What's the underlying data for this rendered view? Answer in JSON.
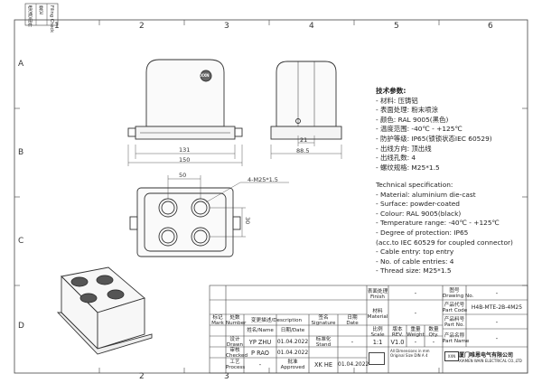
{
  "grid": {
    "cols": [
      "1",
      "2",
      "3",
      "4",
      "5",
      "6"
    ],
    "rows": [
      "A",
      "B",
      "C",
      "D"
    ]
  },
  "side_strip": {
    "label_1": "借(通)用件",
    "label_2": "登记",
    "label_3": "Filing Check"
  },
  "dimensions": {
    "width_131": "131",
    "width_150": "150",
    "depth_21": "21",
    "depth_885": "88.5",
    "spacing_50": "50",
    "spacing_30": "30",
    "thread_callout": "4-M25*1.5"
  },
  "logo_text": "XXN",
  "spec_cn": {
    "title": "技术参数:",
    "lines": [
      "-  材料:  压铸铝",
      "-  表面处理:  粉末喷涂",
      "-  颜色:  RAL 9005(黑色)",
      "-  温度范围:  -40℃  -  +125℃",
      "-  防护等级:  IP65(锁锁状态IEC 60529)",
      "-  出线方向:  顶出线",
      "-  出线孔数:  4",
      "-  螺纹规格: M25*1.5"
    ]
  },
  "spec_en": {
    "title": "Technical specification:",
    "lines": [
      "-  Material: aluminium die-cast",
      "-  Surface: powder-coated",
      "-  Colour: RAL 9005(black)",
      "-  Temperature range: -40℃  -  +125℃",
      "-  Degree of protection: IP65",
      "    (acc.to IEC 60529 for coupled connector)",
      "-  Cable entry: top entry",
      "-  No. of cable entries: 4",
      "-  Thread size: M25*1.5"
    ]
  },
  "title_block": {
    "mark_cn": "标记",
    "mark_en": "Mark",
    "num_cn": "处数",
    "num_en": "Number",
    "change_cn": "变更描述",
    "change_en": "Description",
    "sign_cn": "签名",
    "sign_en": "Signature",
    "date_cn": "日期",
    "date_en": "Date",
    "name_cn": "姓名",
    "name_en": "Name",
    "date2_cn": "日期",
    "date2_en": "Date",
    "drawn_cn": "设计",
    "drawn_en": "Drawn",
    "drawn_name": "YP ZHU",
    "drawn_date": "01.04.2022",
    "stand_cn": "标准化",
    "stand_en": "Stand",
    "checked_cn": "审核",
    "checked_en": "Checked",
    "checked_name": "P RAO",
    "checked_date": "01.04.2022",
    "process_cn": "工艺",
    "process_en": "Process",
    "approved_cn": "批准",
    "approved_en": "Approved",
    "approved_name": "XK HE",
    "approved_date": "01.04.2022",
    "dash": "-",
    "finish_cn": "表面处理",
    "finish_en": "Finish",
    "finish_val": "-",
    "material_cn": "材料",
    "material_en": "Material",
    "material_val": "-",
    "scale_cn": "比例",
    "scale_en": "Scale",
    "rev_cn": "版本",
    "rev_en": "REV.",
    "weight_cn": "重量",
    "weight_en": "Weight",
    "qty_cn": "数量",
    "qty_en": "Qty.",
    "scale_val": "1:1",
    "rev_val": "V1.0",
    "weight_val": "-",
    "qty_val": "-",
    "dims_note_1": "All Dimensions in mm",
    "dims_note_2": "Original Size DIN A 4",
    "drawing_no_cn": "图号",
    "drawing_no_en": "Drawing No.",
    "drawing_no_val": "-",
    "part_code_cn": "产品代号",
    "part_code_en": "Part Code",
    "part_code_val": "H4B-MTE-2B-4M25",
    "part_no_cn": "产品料号",
    "part_no_en": "Part No.",
    "part_no_val": "-",
    "part_name_cn": "产品名称",
    "part_name_en": "Part Name",
    "part_name_val": "-",
    "company_logo": "XXN",
    "company_cn": "厦门唯恩电气有限公司",
    "company_en": "XIAMEN WAIN ELECTRICAL CO.,LTD"
  }
}
